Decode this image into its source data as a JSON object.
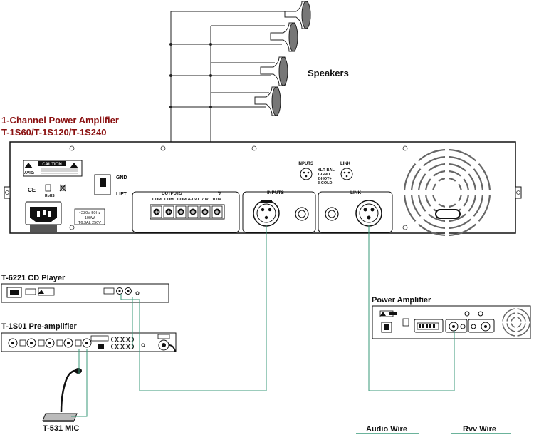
{
  "speakers": {
    "label": "Speakers"
  },
  "amplifier": {
    "title_line1": "1-Channel Power Amplifier",
    "title_line2": "T-1S60/T-1S120/T-1S240",
    "caution_label": "CAUTION",
    "avis_label": "AVIS:",
    "gnd_label": "GND",
    "lift_label": "LIFT",
    "outputs_label": "OUTPUTS",
    "terminal_labels": [
      "COM",
      "COM",
      "COM",
      "4-16Ω",
      "70V",
      "100V"
    ],
    "inputs_label": "INPUTS",
    "link_label": "LINK",
    "xlr_note": [
      "XLR BAL",
      "1-GND",
      "2-HOT+",
      "3-COLD-"
    ],
    "power_rating": [
      "~230V 50Hz",
      "100W",
      "T6.3AL 250V"
    ],
    "panel_inputs_label": "INPUTS",
    "panel_link_label": "LINK"
  },
  "devices": {
    "cd_player": "T-6221 CD Player",
    "preamp": "T-1S01 Pre-amplifier",
    "mic": "T-531 MIC",
    "power_amp": "Power Amplifier"
  },
  "legend": {
    "audio_wire": "Audio Wire",
    "rvv_wire": "Rvv Wire",
    "audio_color": "#3a9a7a",
    "rvv_color": "#3a9a7a"
  }
}
